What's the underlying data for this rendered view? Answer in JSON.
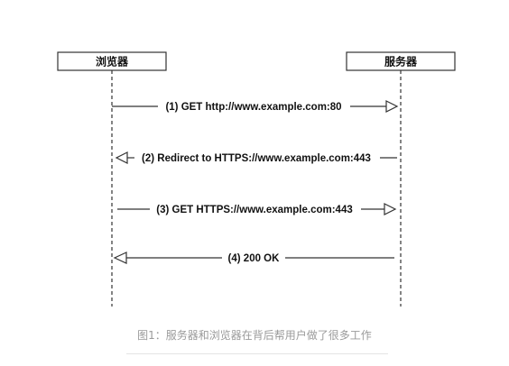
{
  "actors": {
    "browser": "浏览器",
    "server": "服务器"
  },
  "messages": [
    {
      "label": "(1)  GET http://www.example.com:80",
      "direction": "to-server"
    },
    {
      "label": "(2)  Redirect to HTTPS://www.example.com:443",
      "direction": "to-browser"
    },
    {
      "label": "(3)  GET HTTPS://www.example.com:443",
      "direction": "to-server"
    },
    {
      "label": "(4)  200 OK",
      "direction": "to-browser"
    }
  ],
  "caption": "图1：服务器和浏览器在背后帮用户做了很多工作",
  "colors": {
    "line": "#333333",
    "caption": "#9a9a9a"
  }
}
